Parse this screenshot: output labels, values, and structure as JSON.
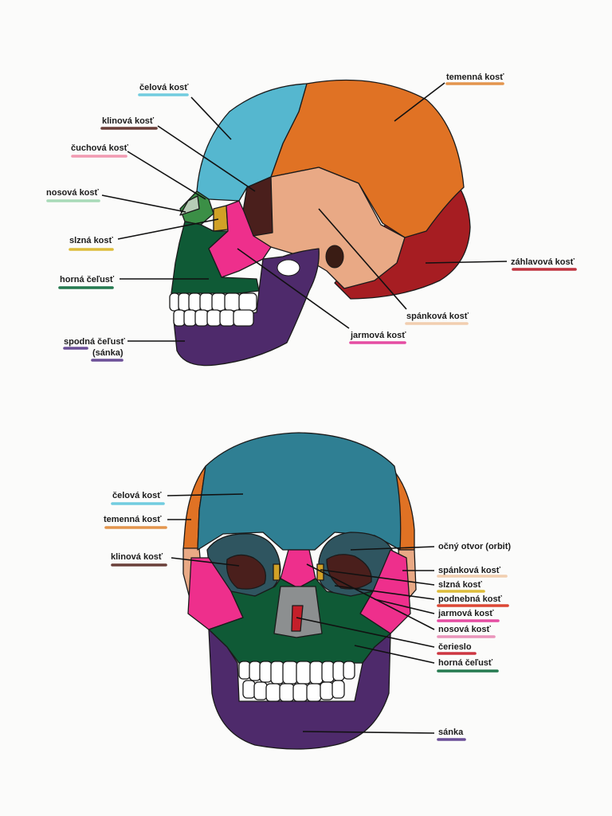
{
  "lateral_view": {
    "labels": [
      {
        "id": "celova",
        "text": "čelová kosť",
        "color": "#62c6dc"
      },
      {
        "id": "klinova",
        "text": "klinová kosť",
        "color": "#5a2a24"
      },
      {
        "id": "cuchova",
        "text": "čuchová kosť",
        "color": "#ef8fa8"
      },
      {
        "id": "nosova",
        "text": "nosová kosť",
        "color": "#9fd6b0"
      },
      {
        "id": "slzna",
        "text": "slzná kosť",
        "color": "#d9b526"
      },
      {
        "id": "horna",
        "text": "horná čeľusť",
        "color": "#0d6b3d"
      },
      {
        "id": "spodna",
        "text": "spodná čeľusť",
        "color": "#5b3c8c"
      },
      {
        "id": "sanka_paren",
        "text": "(sánka)",
        "color": "#5b3c8c"
      },
      {
        "id": "temenna",
        "text": "temenná kosť",
        "color": "#e08a3a"
      },
      {
        "id": "zahlavova",
        "text": "záhlavová kosť",
        "color": "#b81e2a"
      },
      {
        "id": "spankova",
        "text": "spánková kosť",
        "color": "#f0c9a7"
      },
      {
        "id": "jarmova",
        "text": "jarmová kosť",
        "color": "#e23a98"
      }
    ]
  },
  "frontal_view": {
    "labels": [
      {
        "id": "f_celova",
        "text": "čelová kosť",
        "color": "#62c6dc"
      },
      {
        "id": "f_temenna",
        "text": "temenná kosť",
        "color": "#e08a3a"
      },
      {
        "id": "f_klinova",
        "text": "klinová kosť",
        "color": "#5a2a24"
      },
      {
        "id": "f_orbit",
        "text": "očný otvor (orbit)",
        "color": "#e26a8f"
      },
      {
        "id": "f_spankova",
        "text": "spánková kosť",
        "color": "#f0c9a7"
      },
      {
        "id": "f_slzna",
        "text": "slzná kosť",
        "color": "#d9b526"
      },
      {
        "id": "f_podnebna",
        "text": "podnebná kosť",
        "color": "#d8331f"
      },
      {
        "id": "f_jarmova",
        "text": "jarmová kosť",
        "color": "#e23a98"
      },
      {
        "id": "f_nosova",
        "text": "nosová kosť",
        "color": "#e88ab4"
      },
      {
        "id": "f_cerieslo",
        "text": "čerieslo",
        "color": "#c8202c"
      },
      {
        "id": "f_horna",
        "text": "horná čeľusť",
        "color": "#0d6b3d"
      },
      {
        "id": "f_sanka",
        "text": "sánka",
        "color": "#5b3c8c"
      }
    ]
  },
  "bone_colors": {
    "frontal_bone": "#55b7cf",
    "frontal_bone_front": "#2f7f93",
    "parietal_bone": "#e07224",
    "occipital_bone": "#a61d22",
    "temporal_bone": "#e9a985",
    "sphenoid_bone": "#4a1f1c",
    "ethmoid_bone": "#3b8f46",
    "nasal_bone": "#b7ccb6",
    "lacrimal_bone": "#d1a126",
    "maxilla": "#0f5a36",
    "zygomatic_bone": "#ee2f8c",
    "mandible": "#4e2a6b",
    "teeth": "#ffffff",
    "nasal_cavity": "#8c8f90",
    "vomer": "#c41f2a"
  }
}
